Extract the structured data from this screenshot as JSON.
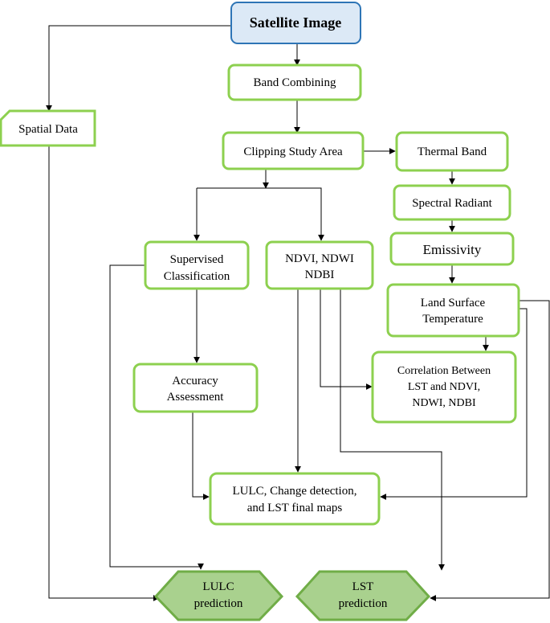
{
  "nodes": {
    "satellite_image": "Satellite Image",
    "band_combining": "Band Combining",
    "spatial_data": "Spatial Data",
    "clipping_study_area": "Clipping Study Area",
    "thermal_band": "Thermal Band",
    "spectral_radiant": "Spectral Radiant",
    "emissivity": "Emissivity",
    "supervised_classification": [
      "Supervised",
      "Classification"
    ],
    "indices": [
      "NDVI, NDWI",
      "NDBI"
    ],
    "land_surface_temperature": [
      "Land Surface",
      "Temperature"
    ],
    "correlation": [
      "Correlation Between",
      "LST and NDVI,",
      "NDWI, NDBI"
    ],
    "accuracy_assessment": [
      "Accuracy",
      "Assessment"
    ],
    "final_maps": [
      "LULC, Change detection,",
      "and LST final maps"
    ],
    "lulc_prediction": [
      "LULC",
      "prediction"
    ],
    "lst_prediction": [
      "LST",
      "prediction"
    ]
  },
  "colors": {
    "box_border": "#8dd04f",
    "title_fill": "#dce9f6",
    "title_border": "#2e75b6",
    "prediction_fill": "#a9d18e",
    "prediction_border": "#70ad47"
  }
}
